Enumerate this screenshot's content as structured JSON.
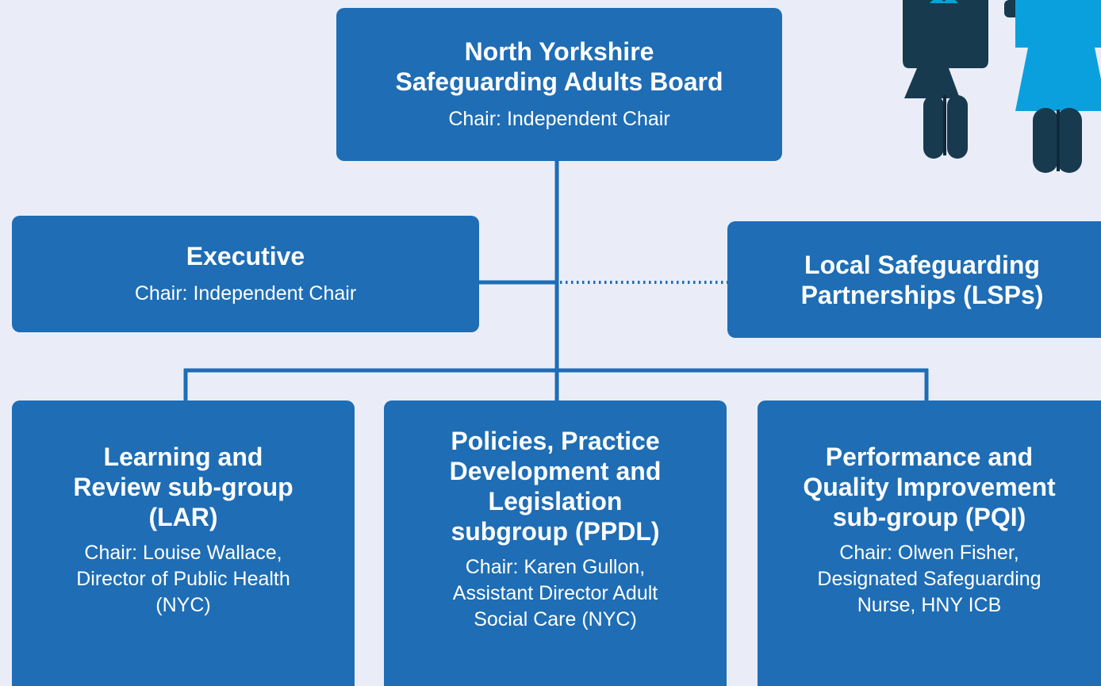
{
  "colors": {
    "background": "#eaedf7",
    "box": "#1e6db5",
    "connector": "#1e6db5",
    "text": "#ffffff",
    "figure_dark": "#173a4e",
    "figure_light": "#0aa0de"
  },
  "board": {
    "title_lines": [
      "North Yorkshire",
      "Safeguarding Adults Board"
    ],
    "chair": "Chair: Independent Chair"
  },
  "executive": {
    "title": "Executive",
    "chair": "Chair: Independent Chair"
  },
  "lsp": {
    "title_lines": [
      "Local Safeguarding",
      "Partnerships (LSPs)"
    ]
  },
  "lar": {
    "title_lines": [
      "Learning and",
      "Review sub-group",
      "(LAR)"
    ],
    "chair_lines": [
      "Chair: Louise Wallace,",
      "Director of Public Health",
      "(NYC)"
    ]
  },
  "ppdl": {
    "title_lines": [
      "Policies, Practice",
      "Development and",
      "Legislation",
      "subgroup (PPDL)"
    ],
    "chair_lines": [
      "Chair: Karen Gullon,",
      "Assistant Director Adult",
      "Social Care (NYC)"
    ]
  },
  "pqi": {
    "title_lines": [
      "Performance and",
      "Quality Improvement",
      "sub-group (PQI)"
    ],
    "chair_lines": [
      "Chair: Olwen Fisher,",
      "Designated Safeguarding",
      "Nurse, HNY ICB"
    ]
  },
  "decoration": {
    "icon": "people-illustration-icon"
  }
}
